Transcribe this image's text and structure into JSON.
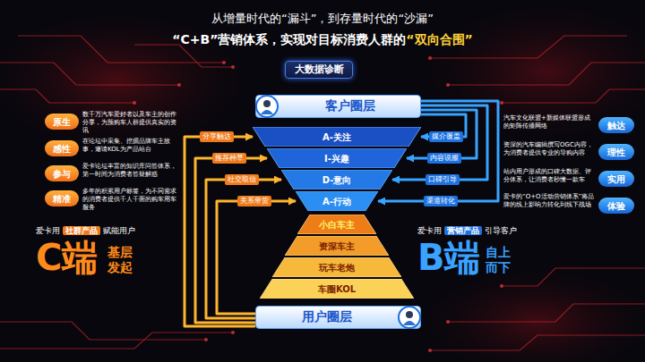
{
  "diagram": {
    "title": "从增量时代的“漏斗”，到存量时代的“沙漏”",
    "nodes": [
      {
        "text": [
          "大数据诊断"
        ]
      },
      {
        "text": [
          "客户圈层"
        ]
      },
      {
        "text": [
          "A-关注"
        ]
      },
      {
        "text": [
          "I-兴趣"
        ]
      },
      {
        "text": [
          "D-意向"
        ]
      },
      {
        "text": [
          "A-行动"
        ]
      },
      {
        "text": [
          "小白车主"
        ]
      },
      {
        "text": [
          "资深车主"
        ]
      },
      {
        "text": [
          "玩车老炮"
        ]
      },
      {
        "text": [
          "车圈KOL"
        ]
      },
      {
        "text": [
          "用户圈层"
        ]
      },
      {
        "text": [
          "原生"
        ]
      },
      {
        "text": [
          "感性"
        ]
      },
      {
        "text": [
          "参与"
        ]
      },
      {
        "text": [
          "精准"
        ]
      },
      {
        "text": [
          "触达"
        ]
      },
      {
        "text": [
          "理性"
        ]
      },
      {
        "text": [
          "实用"
        ]
      },
      {
        "text": [
          "体验"
        ]
      }
    ],
    "edges": [
      {
        "from": 10,
        "to": 2,
        "label": "分享触达",
        "arrow": "to"
      },
      {
        "from": 10,
        "to": 3,
        "label": "推荐种草",
        "arrow": "to"
      },
      {
        "from": 10,
        "to": 4,
        "label": "社交取信",
        "arrow": "to"
      },
      {
        "from": 10,
        "to": 5,
        "label": "关系带货",
        "arrow": "to"
      },
      {
        "from": 1,
        "to": 2,
        "label": "媒介覆盖",
        "arrow": "to"
      },
      {
        "from": 1,
        "to": 3,
        "label": "内容说服",
        "arrow": "to"
      },
      {
        "from": 1,
        "to": 4,
        "label": "口碑引导",
        "arrow": "to"
      },
      {
        "from": 1,
        "to": 5,
        "label": "渠道转化",
        "arrow": "to"
      }
    ],
    "labels": [
      "“C+B”营销体系，实现对目标消费人群的",
      "“双向合围”",
      "数千万汽车爱好者以及车主的创作分享，为预购车人群提供真实的资讯",
      "在论坛中采集、挖掘品牌车主故事，邀请KOL为产品站台",
      "爱卡论坛丰富的知识库问答体系，第一时间为消费者答疑解惑",
      "多年的积累用户标签，为不同需求的消费者提供千人千面的购车用车服务",
      "爱卡用",
      "社群产品",
      "赋能用户",
      "C端",
      "基层 发起",
      "汽车文化联盟+新媒体联盟形成的矩阵传播网络",
      "资深的汽车编辑撰写OGC内容，为消费者提供专业的导购内容",
      "站内用户形成的口碑大数据、评分体系，让消费者秒懂一款车",
      "爱卡的“O+O活动营销体系”将品牌的线上影响力转化到线下战场",
      "爱卡用",
      "营销产品",
      "引导客户",
      "B端",
      "自上 而下"
    ]
  }
}
